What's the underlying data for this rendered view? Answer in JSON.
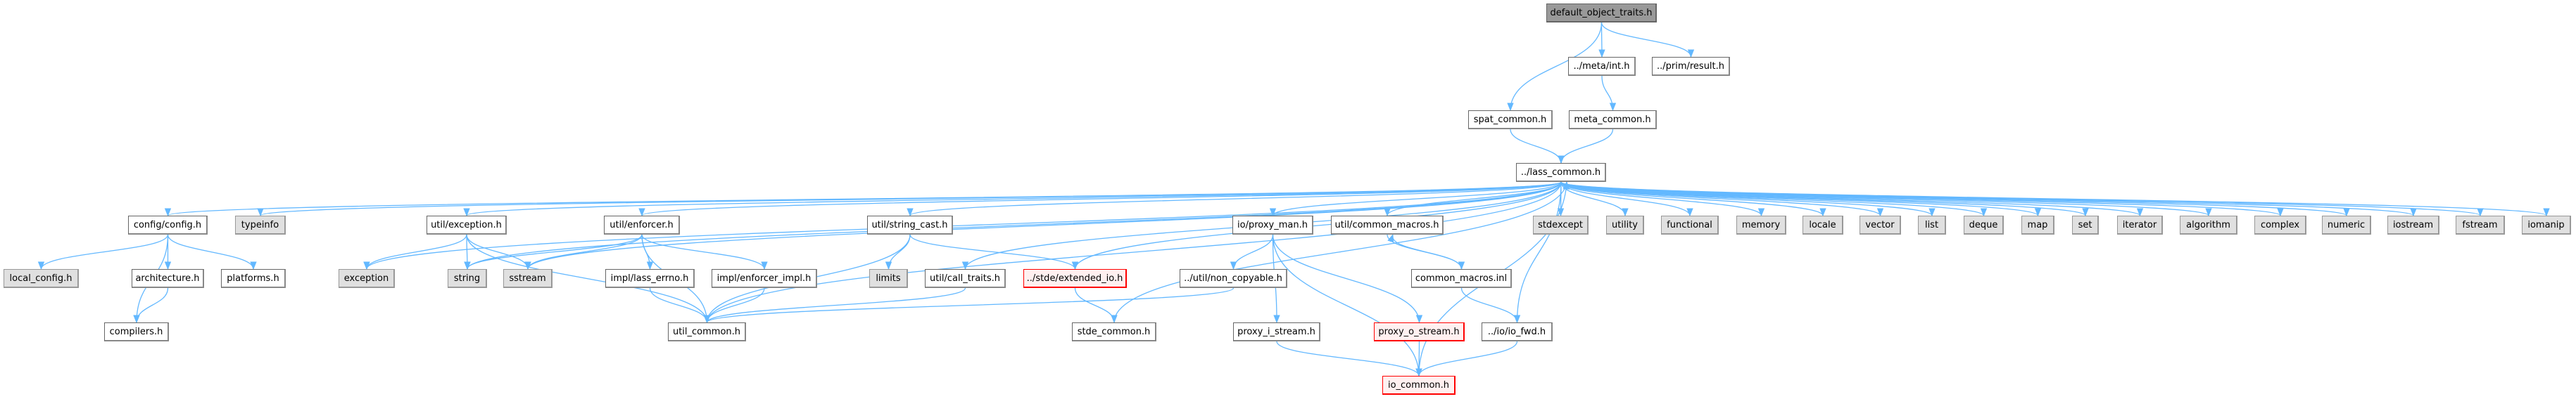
{
  "colors": {
    "edge": "#63b8ff",
    "node_border": "#666666",
    "system_fill": "#e0e0e0",
    "root_fill": "#999999",
    "truncated_border": "#ff0000",
    "truncated_fill": "#fff0f0"
  },
  "nodes": [
    {
      "id": "default_object_traits",
      "label": "default_object_traits.h",
      "kind": "root"
    },
    {
      "id": "meta_int",
      "label": "../meta/int.h",
      "kind": "normal"
    },
    {
      "id": "prim_result",
      "label": "../prim/result.h",
      "kind": "normal"
    },
    {
      "id": "spat_common",
      "label": "spat_common.h",
      "kind": "normal"
    },
    {
      "id": "meta_common",
      "label": "meta_common.h",
      "kind": "normal"
    },
    {
      "id": "lass_common",
      "label": "../lass_common.h",
      "kind": "normal"
    },
    {
      "id": "config",
      "label": "config/config.h",
      "kind": "normal"
    },
    {
      "id": "typeinfo",
      "label": "typeinfo",
      "kind": "gray"
    },
    {
      "id": "util_exception",
      "label": "util/exception.h",
      "kind": "normal"
    },
    {
      "id": "util_enforcer",
      "label": "util/enforcer.h",
      "kind": "normal"
    },
    {
      "id": "string_cast",
      "label": "util/string_cast.h",
      "kind": "normal"
    },
    {
      "id": "proxy_man",
      "label": "io/proxy_man.h",
      "kind": "normal"
    },
    {
      "id": "common_macros_h",
      "label": "util/common_macros.h",
      "kind": "normal"
    },
    {
      "id": "stdexcept",
      "label": "stdexcept",
      "kind": "gray"
    },
    {
      "id": "utility",
      "label": "utility",
      "kind": "gray"
    },
    {
      "id": "functional",
      "label": "functional",
      "kind": "gray"
    },
    {
      "id": "memory",
      "label": "memory",
      "kind": "gray"
    },
    {
      "id": "locale",
      "label": "locale",
      "kind": "gray"
    },
    {
      "id": "vector",
      "label": "vector",
      "kind": "gray"
    },
    {
      "id": "list",
      "label": "list",
      "kind": "gray"
    },
    {
      "id": "deque",
      "label": "deque",
      "kind": "gray"
    },
    {
      "id": "map",
      "label": "map",
      "kind": "gray"
    },
    {
      "id": "set",
      "label": "set",
      "kind": "gray"
    },
    {
      "id": "iterator",
      "label": "iterator",
      "kind": "gray"
    },
    {
      "id": "algorithm",
      "label": "algorithm",
      "kind": "gray"
    },
    {
      "id": "complex",
      "label": "complex",
      "kind": "gray"
    },
    {
      "id": "numeric",
      "label": "numeric",
      "kind": "gray"
    },
    {
      "id": "iostream",
      "label": "iostream",
      "kind": "gray"
    },
    {
      "id": "fstream",
      "label": "fstream",
      "kind": "gray"
    },
    {
      "id": "iomanip",
      "label": "iomanip",
      "kind": "gray"
    },
    {
      "id": "local_config",
      "label": "local_config.h",
      "kind": "gray"
    },
    {
      "id": "architecture",
      "label": "architecture.h",
      "kind": "normal"
    },
    {
      "id": "platforms",
      "label": "platforms.h",
      "kind": "normal"
    },
    {
      "id": "exception",
      "label": "exception",
      "kind": "gray"
    },
    {
      "id": "string",
      "label": "string",
      "kind": "gray"
    },
    {
      "id": "sstream",
      "label": "sstream",
      "kind": "gray"
    },
    {
      "id": "lass_errno",
      "label": "impl/lass_errno.h",
      "kind": "normal"
    },
    {
      "id": "enforcer_impl",
      "label": "impl/enforcer_impl.h",
      "kind": "normal"
    },
    {
      "id": "limits",
      "label": "limits",
      "kind": "gray"
    },
    {
      "id": "call_traits",
      "label": "util/call_traits.h",
      "kind": "normal"
    },
    {
      "id": "extended_io",
      "label": "../stde/extended_io.h",
      "kind": "red"
    },
    {
      "id": "non_copyable",
      "label": "../util/non_copyable.h",
      "kind": "normal"
    },
    {
      "id": "common_macros_inl",
      "label": "common_macros.inl",
      "kind": "normal"
    },
    {
      "id": "compilers",
      "label": "compilers.h",
      "kind": "normal"
    },
    {
      "id": "util_common",
      "label": "util_common.h",
      "kind": "normal"
    },
    {
      "id": "stde_common",
      "label": "stde_common.h",
      "kind": "normal"
    },
    {
      "id": "proxy_i_stream",
      "label": "proxy_i_stream.h",
      "kind": "normal"
    },
    {
      "id": "proxy_o_stream",
      "label": "proxy_o_stream.h",
      "kind": "red"
    },
    {
      "id": "io_fwd",
      "label": "../io/io_fwd.h",
      "kind": "normal"
    },
    {
      "id": "io_common",
      "label": "io_common.h",
      "kind": "red"
    }
  ],
  "edges": [
    [
      "default_object_traits",
      "spat_common"
    ],
    [
      "default_object_traits",
      "meta_int"
    ],
    [
      "default_object_traits",
      "prim_result"
    ],
    [
      "meta_int",
      "meta_common"
    ],
    [
      "spat_common",
      "lass_common"
    ],
    [
      "meta_common",
      "lass_common"
    ],
    [
      "lass_common",
      "config"
    ],
    [
      "lass_common",
      "typeinfo"
    ],
    [
      "lass_common",
      "util_exception"
    ],
    [
      "lass_common",
      "util_enforcer"
    ],
    [
      "lass_common",
      "exception"
    ],
    [
      "lass_common",
      "string"
    ],
    [
      "lass_common",
      "sstream"
    ],
    [
      "lass_common",
      "util_common"
    ],
    [
      "lass_common",
      "string_cast"
    ],
    [
      "lass_common",
      "call_traits"
    ],
    [
      "lass_common",
      "extended_io"
    ],
    [
      "lass_common",
      "proxy_man"
    ],
    [
      "lass_common",
      "common_macros_h"
    ],
    [
      "lass_common",
      "io_fwd"
    ],
    [
      "lass_common",
      "stdexcept"
    ],
    [
      "lass_common",
      "utility"
    ],
    [
      "lass_common",
      "functional"
    ],
    [
      "lass_common",
      "memory"
    ],
    [
      "lass_common",
      "locale"
    ],
    [
      "lass_common",
      "vector"
    ],
    [
      "lass_common",
      "list"
    ],
    [
      "lass_common",
      "deque"
    ],
    [
      "lass_common",
      "map"
    ],
    [
      "lass_common",
      "set"
    ],
    [
      "lass_common",
      "iterator"
    ],
    [
      "lass_common",
      "algorithm"
    ],
    [
      "lass_common",
      "complex"
    ],
    [
      "lass_common",
      "numeric"
    ],
    [
      "lass_common",
      "iostream"
    ],
    [
      "lass_common",
      "fstream"
    ],
    [
      "lass_common",
      "iomanip"
    ],
    [
      "config",
      "local_config"
    ],
    [
      "config",
      "architecture"
    ],
    [
      "config",
      "platforms"
    ],
    [
      "config",
      "compilers"
    ],
    [
      "architecture",
      "compilers"
    ],
    [
      "util_exception",
      "exception"
    ],
    [
      "util_exception",
      "string"
    ],
    [
      "util_exception",
      "sstream"
    ],
    [
      "util_exception",
      "util_common"
    ],
    [
      "util_enforcer",
      "string"
    ],
    [
      "util_enforcer",
      "sstream"
    ],
    [
      "util_enforcer",
      "lass_errno"
    ],
    [
      "util_enforcer",
      "enforcer_impl"
    ],
    [
      "util_enforcer",
      "util_common"
    ],
    [
      "lass_errno",
      "util_common"
    ],
    [
      "enforcer_impl",
      "util_common"
    ],
    [
      "string_cast",
      "limits"
    ],
    [
      "string_cast",
      "extended_io"
    ],
    [
      "string_cast",
      "util_common"
    ],
    [
      "call_traits",
      "util_common"
    ],
    [
      "extended_io",
      "stde_common"
    ],
    [
      "stde_common",
      "lass_common"
    ],
    [
      "non_copyable",
      "util_common"
    ],
    [
      "proxy_man",
      "non_copyable"
    ],
    [
      "proxy_man",
      "proxy_i_stream"
    ],
    [
      "proxy_man",
      "proxy_o_stream"
    ],
    [
      "proxy_man",
      "io_common"
    ],
    [
      "common_macros_h",
      "common_macros_inl"
    ],
    [
      "common_macros_inl",
      "common_macros_h"
    ],
    [
      "common_macros_inl",
      "io_fwd"
    ],
    [
      "proxy_i_stream",
      "io_common"
    ],
    [
      "proxy_o_stream",
      "io_common"
    ],
    [
      "io_fwd",
      "io_common"
    ],
    [
      "io_common",
      "lass_common"
    ]
  ]
}
